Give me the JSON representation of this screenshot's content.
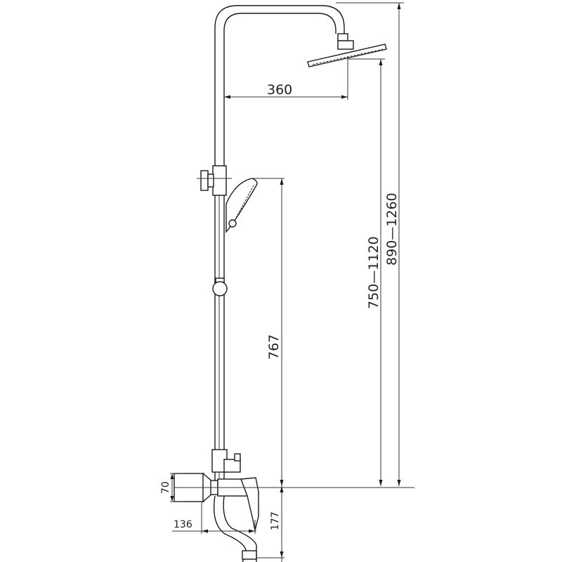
{
  "drawing": {
    "subject": "Shower system with overhead rain shower, hand shower, slide bar and bath mixer with spout",
    "line_color": "#1a1a1a",
    "background": "#ffffff"
  },
  "dimensions": {
    "overhead_arm_reach": "360",
    "hand_shower_height": "767",
    "overhead_height_range_inner": "750—1120",
    "overhead_height_range_outer": "890—1260",
    "mixer_connection_depth": "70",
    "mixer_projection": "136",
    "spout_drop": "177"
  }
}
